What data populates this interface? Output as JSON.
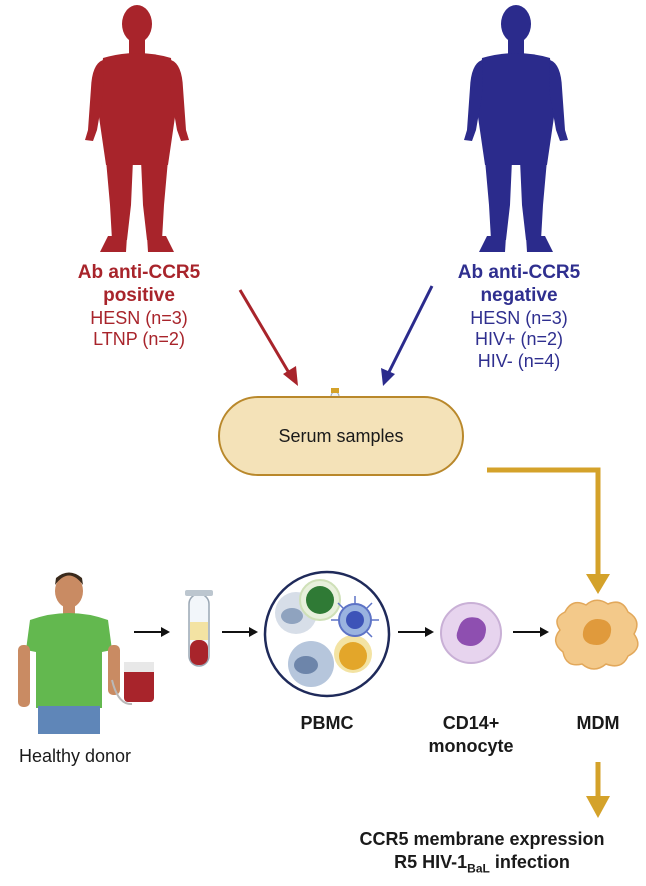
{
  "positive_group": {
    "title_line1": "Ab anti-CCR5",
    "title_line2": "positive",
    "items": [
      "HESN (n=3)",
      "LTNP (n=2)"
    ]
  },
  "negative_group": {
    "title_line1": "Ab anti-CCR5",
    "title_line2": "negative",
    "items": [
      "HESN (n=3)",
      "HIV+ (n=2)",
      "HIV- (n=4)"
    ]
  },
  "serum_box": {
    "label": "Serum samples"
  },
  "donor": {
    "label": "Healthy donor"
  },
  "cells": {
    "pbmc": "PBMC",
    "monocyte_line1": "CD14+",
    "monocyte_line2": "monocyte",
    "mdm": "MDM"
  },
  "readout": {
    "line1": "CCR5 membrane expression",
    "line2_prefix": "R5 HIV-1",
    "line2_sub": "BaL",
    "line2_suffix": " infection"
  },
  "colors": {
    "positive": "#a8242b",
    "negative": "#2b2b8c",
    "gold_arrow": "#d4a22a",
    "serum_fill": "#f4e2b8",
    "serum_border": "#b9882b"
  }
}
